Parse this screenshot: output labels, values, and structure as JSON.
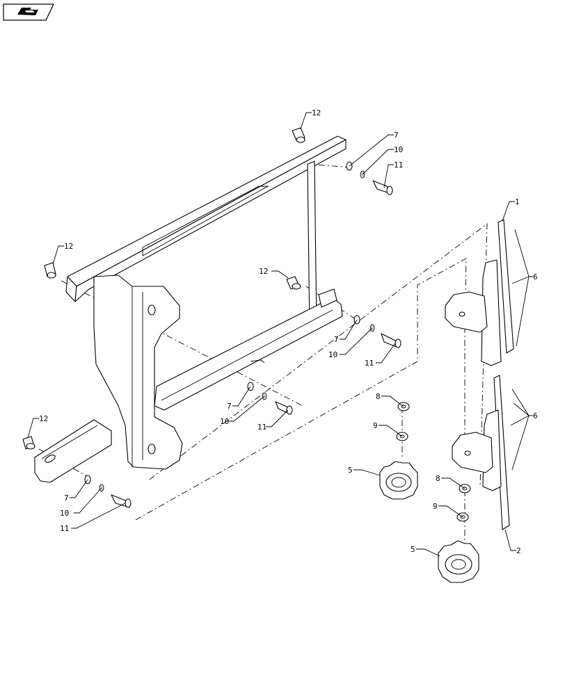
{
  "nav_icon": "page-turn-arrow-icon",
  "callouts": [
    {
      "id": "c-12a",
      "label": "12"
    },
    {
      "id": "c-7a",
      "label": "7"
    },
    {
      "id": "c-10a",
      "label": "10"
    },
    {
      "id": "c-11a",
      "label": "11"
    },
    {
      "id": "c-1",
      "label": "1"
    },
    {
      "id": "c-12b",
      "label": "12"
    },
    {
      "id": "c-12c",
      "label": "12"
    },
    {
      "id": "c-6a",
      "label": "6"
    },
    {
      "id": "c-7b",
      "label": "7"
    },
    {
      "id": "c-10b",
      "label": "10"
    },
    {
      "id": "c-11b",
      "label": "11"
    },
    {
      "id": "c-8a",
      "label": "8"
    },
    {
      "id": "c-7c",
      "label": "7"
    },
    {
      "id": "c-10c",
      "label": "10"
    },
    {
      "id": "c-11c",
      "label": "11"
    },
    {
      "id": "c-9a",
      "label": "9"
    },
    {
      "id": "c-6b",
      "label": "6"
    },
    {
      "id": "c-12d",
      "label": "12"
    },
    {
      "id": "c-5a",
      "label": "5"
    },
    {
      "id": "c-8b",
      "label": "8"
    },
    {
      "id": "c-7d",
      "label": "7"
    },
    {
      "id": "c-10d",
      "label": "10"
    },
    {
      "id": "c-9b",
      "label": "9"
    },
    {
      "id": "c-11d",
      "label": "11"
    },
    {
      "id": "c-2",
      "label": "2"
    },
    {
      "id": "c-5b",
      "label": "5"
    }
  ]
}
